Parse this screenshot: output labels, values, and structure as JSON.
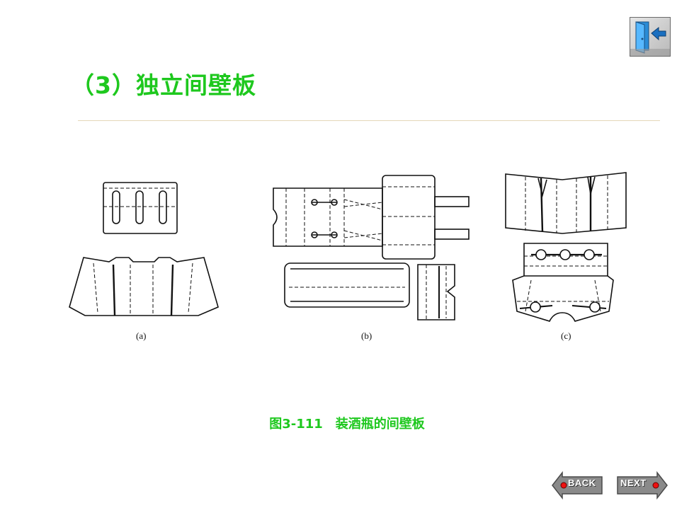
{
  "slide": {
    "title": "（3）独立间壁板",
    "caption": "图3-111　装酒瓶的间壁板",
    "figure": {
      "labels": [
        "(a)",
        "(b)",
        "(c)"
      ]
    }
  },
  "nav": {
    "exit_icon": "exit-door-icon",
    "back_label": "BACK",
    "next_label": "NEXT"
  },
  "colors": {
    "title": "#1ec81e",
    "rule": "#e5d7b8",
    "nav_button": "#8a8a8a"
  }
}
